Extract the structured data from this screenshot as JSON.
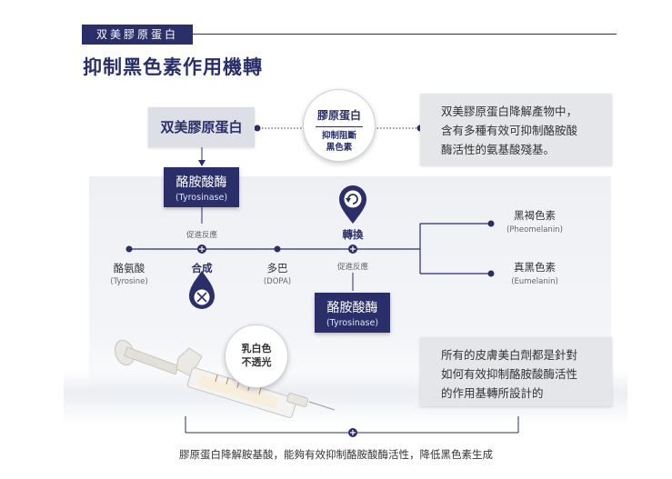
{
  "header": {
    "tag": "双美膠原蛋白",
    "title": "抑制黑色素作用機轉"
  },
  "collagen_box": "双美膠原蛋白",
  "block_circle": {
    "line1": "膠原蛋白",
    "line2": "抑制阻斷",
    "line3": "黑色素"
  },
  "info_top": [
    "双美膠原蛋白降解產物中，",
    "含有多種有效可抑制酪胺酸",
    "酶活性的氨基酸殘基。"
  ],
  "enzyme_top": {
    "zh": "酪胺酸酶",
    "en": "(Tyrosinase)"
  },
  "enzyme_bottom": {
    "zh": "酪胺酸酶",
    "en": "(Tyrosinase)"
  },
  "pathway": {
    "promote_1": "促進反應",
    "promote_2": "促進反應",
    "synthesis": "合成",
    "convert": "轉換",
    "tyrosine": {
      "zh": "酪氨酸",
      "en": "(Tyrosine)"
    },
    "dopa": {
      "zh": "多巴",
      "en": "(DOPA)"
    },
    "pheomelanin": {
      "zh": "黑褐色素",
      "en": "(Pheomelanin)"
    },
    "eumelanin": {
      "zh": "真黑色素",
      "en": "(Eumelanin)"
    }
  },
  "milky_circle": {
    "line1": "乳白色",
    "line2": "不透光"
  },
  "info_bottom": [
    "所有的皮膚美白劑都是針對",
    "如何有效抑制酪胺酸酶活性",
    "的作用基轉所設計的"
  ],
  "bottom_caption": "膠原蛋白降解胺基酸，能夠有效抑制酪胺酸酶活性，降低黑色素生成",
  "colors": {
    "navy": "#2b2f69",
    "grey_box": "#e4e6ea"
  }
}
